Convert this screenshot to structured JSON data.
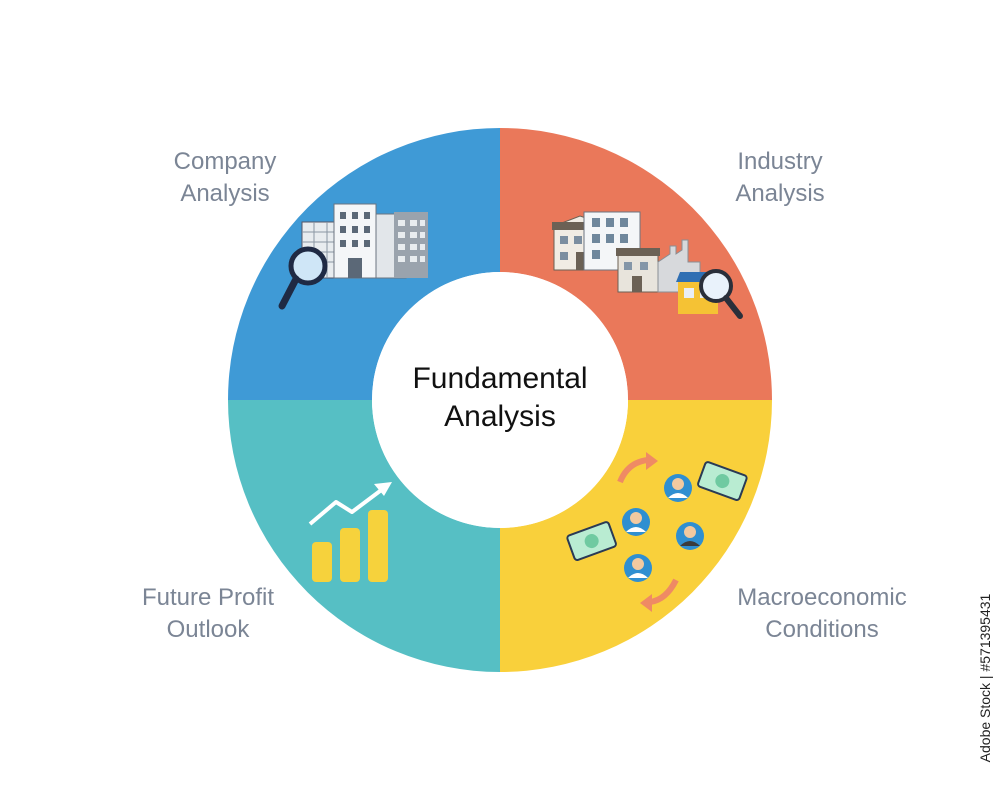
{
  "diagram": {
    "center": {
      "line1": "Fundamental",
      "line2": "Analysis"
    },
    "segments": [
      {
        "id": "company",
        "line1": "Company",
        "line2": "Analysis",
        "color": "#3f9ad6",
        "icon": "office-buildings-magnifier-icon"
      },
      {
        "id": "industry",
        "line1": "Industry",
        "line2": "Analysis",
        "color": "#ea785a",
        "icon": "industry-buildings-magnifier-icon"
      },
      {
        "id": "macro",
        "line1": "Macroeconomic",
        "line2": "Conditions",
        "color": "#f9d03b",
        "icon": "people-money-cycle-icon"
      },
      {
        "id": "profit",
        "line1": "Future Profit",
        "line2": "Outlook",
        "color": "#56bfc4",
        "icon": "bar-chart-rising-arrow-icon"
      }
    ],
    "label_color": "#7b8595"
  },
  "stock_credit": "Adobe Stock | #571395431",
  "watermark": "Adobe Stock"
}
